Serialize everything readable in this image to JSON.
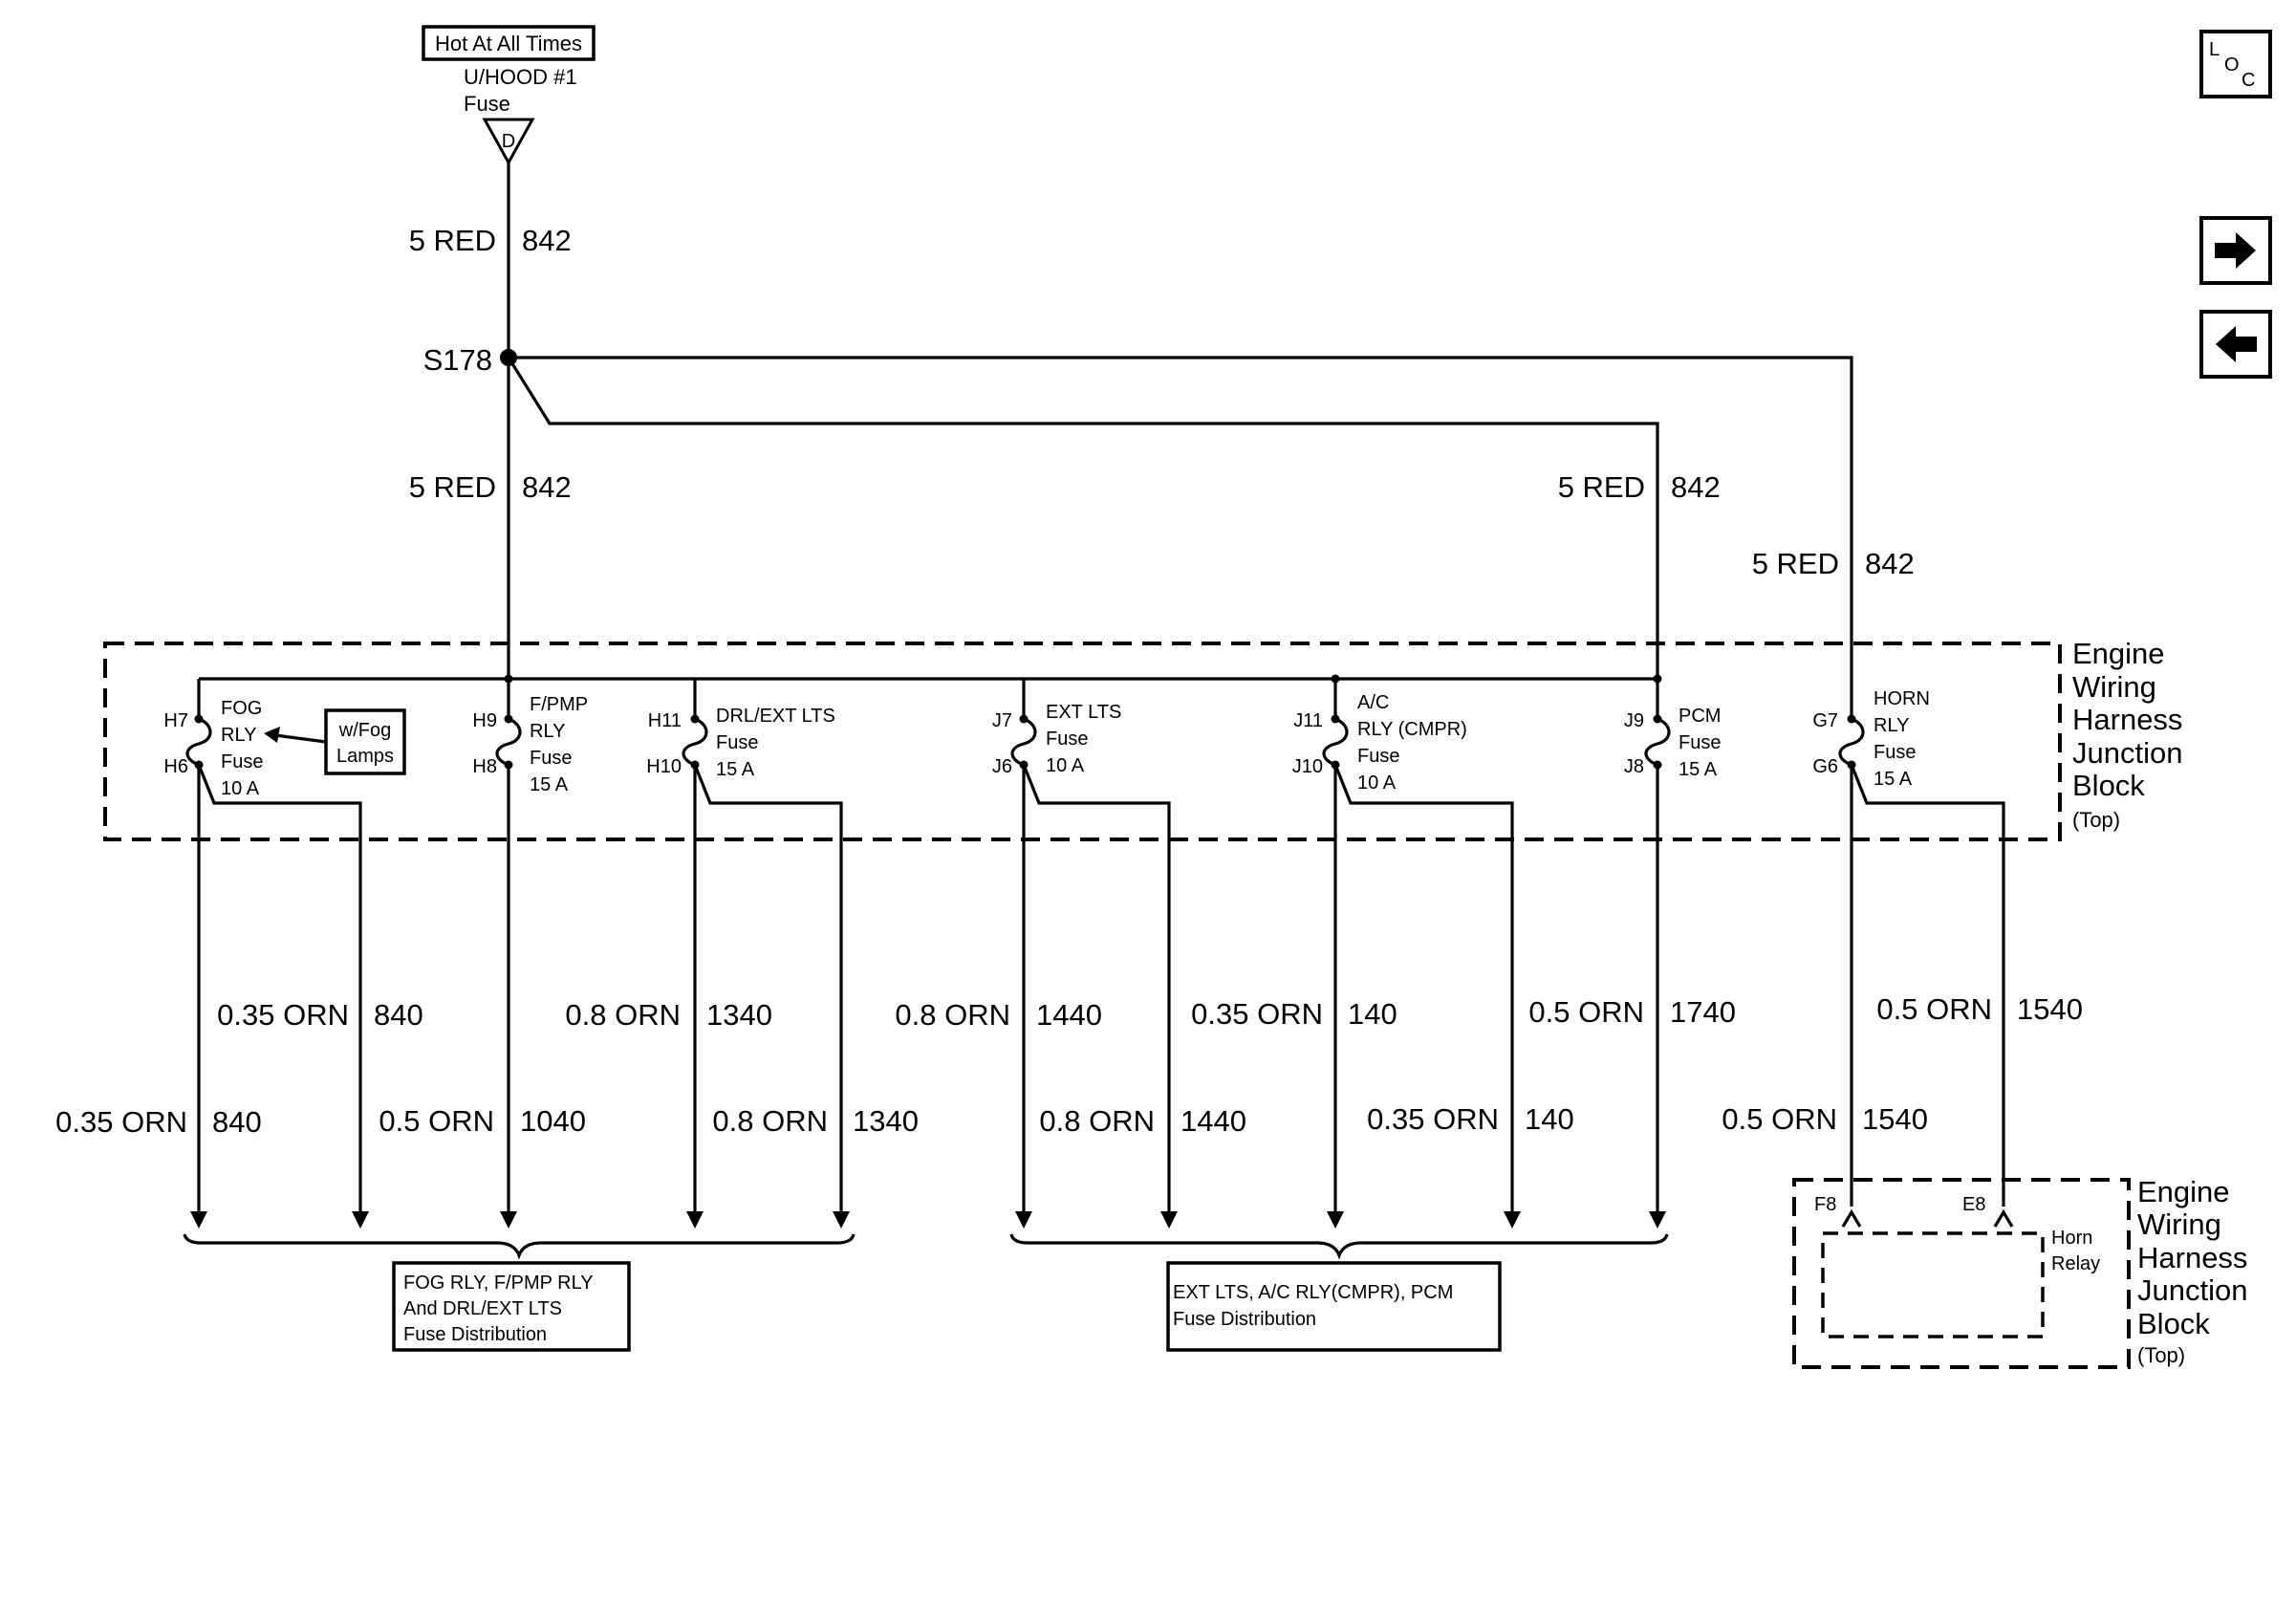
{
  "source": {
    "hot_label": "Hot At All Times",
    "fuse_name_line1": "U/HOOD #1",
    "fuse_name_line2": "Fuse",
    "connector": "D"
  },
  "feed": {
    "top_gauge": "5 RED",
    "top_circuit": "842",
    "splice": "S178",
    "left_gauge": "5 RED",
    "left_circuit": "842",
    "mid_gauge": "5 RED",
    "mid_circuit": "842",
    "right_gauge": "5 RED",
    "right_circuit": "842"
  },
  "junction_block": {
    "title_lines": [
      "Engine",
      "Wiring",
      "Harness",
      "Junction",
      "Block"
    ],
    "subtitle": "(Top)"
  },
  "fuses": [
    {
      "pin_in": "H7",
      "pin_out": "H6",
      "lines": [
        "FOG",
        "RLY",
        "Fuse",
        "10 A"
      ]
    },
    {
      "pin_in": "H9",
      "pin_out": "H8",
      "lines": [
        "F/PMP",
        "RLY",
        "Fuse",
        "15 A"
      ]
    },
    {
      "pin_in": "H11",
      "pin_out": "H10",
      "lines": [
        "DRL/EXT LTS",
        "Fuse",
        "15 A"
      ]
    },
    {
      "pin_in": "J7",
      "pin_out": "J6",
      "lines": [
        "EXT LTS",
        "Fuse",
        "10 A"
      ]
    },
    {
      "pin_in": "J11",
      "pin_out": "J10",
      "lines": [
        "A/C",
        "RLY (CMPR)",
        "Fuse",
        "10 A"
      ]
    },
    {
      "pin_in": "J9",
      "pin_out": "J8",
      "lines": [
        "PCM",
        "Fuse",
        "15 A"
      ]
    },
    {
      "pin_in": "G7",
      "pin_out": "G6",
      "lines": [
        "HORN",
        "RLY",
        "Fuse",
        "15 A"
      ]
    }
  ],
  "fog_note": [
    "w/Fog",
    "Lamps"
  ],
  "outputs": [
    {
      "gauge": "0.35 ORN",
      "circuit": "840"
    },
    {
      "gauge": "0.35 ORN",
      "circuit": "840"
    },
    {
      "gauge": "0.5 ORN",
      "circuit": "1040"
    },
    {
      "gauge": "0.8 ORN",
      "circuit": "1340"
    },
    {
      "gauge": "0.8 ORN",
      "circuit": "1340"
    },
    {
      "gauge": "0.8 ORN",
      "circuit": "1440"
    },
    {
      "gauge": "0.8 ORN",
      "circuit": "1440"
    },
    {
      "gauge": "0.35 ORN",
      "circuit": "140"
    },
    {
      "gauge": "0.35 ORN",
      "circuit": "140"
    },
    {
      "gauge": "0.5 ORN",
      "circuit": "1740"
    },
    {
      "gauge": "0.5 ORN",
      "circuit": "1540"
    },
    {
      "gauge": "0.5 ORN",
      "circuit": "1540"
    }
  ],
  "distribution_boxes": [
    {
      "lines": [
        "FOG RLY, F/PMP RLY",
        "And DRL/EXT LTS",
        "Fuse Distribution"
      ]
    },
    {
      "lines": [
        "EXT LTS, A/C RLY(CMPR), PCM",
        "Fuse Distribution"
      ]
    }
  ],
  "horn_relay": {
    "pin_left": "F8",
    "pin_right": "E8",
    "label_lines": [
      "Horn",
      "Relay"
    ]
  },
  "nav": {
    "loc_letters": [
      "L",
      "O",
      "C"
    ],
    "forward_icon": "arrow-right-icon",
    "back_icon": "arrow-left-icon"
  }
}
